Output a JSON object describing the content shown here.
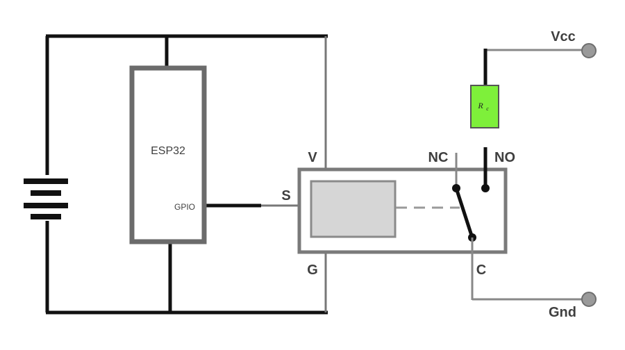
{
  "mcu": {
    "name": "ESP32",
    "pin": "GPIO"
  },
  "module": {
    "pin_v": "V",
    "pin_s": "S",
    "pin_g": "G"
  },
  "relay_contacts": {
    "nc": "NC",
    "no": "NO",
    "c": "C"
  },
  "resistor": {
    "symbol": "R",
    "subscript": "c",
    "color": "#7ef03a"
  },
  "terminals": {
    "vcc": "Vcc",
    "gnd": "Gnd"
  },
  "colors": {
    "wire_black": "#111111",
    "wire_gray": "#777777",
    "coil_fill": "#d6d6d6",
    "terminal": "#9a9a9a"
  }
}
